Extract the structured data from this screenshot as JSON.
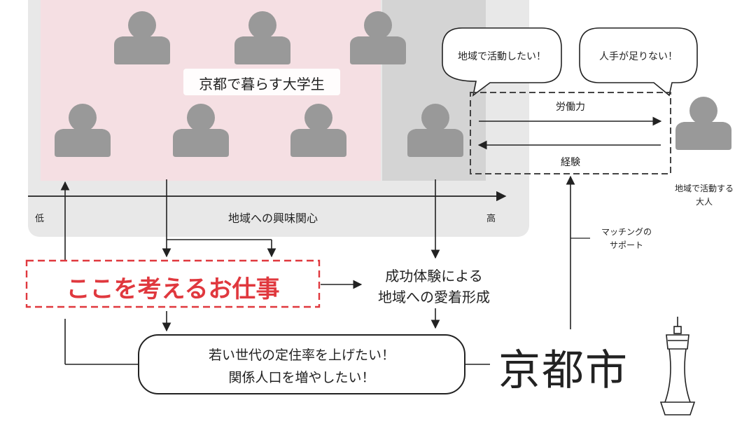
{
  "colors": {
    "panel_gray": "#e8e8e8",
    "pink": "#f5dfe3",
    "mid_gray": "#d4d4d4",
    "person": "#999999",
    "accent_red": "#e0383e",
    "line": "#222222"
  },
  "icons": [
    "person-icon",
    "kyoto-tower-icon"
  ],
  "students": {
    "label": "京都で暮らす大学生"
  },
  "axis": {
    "low": "低",
    "label": "地域への興味関心",
    "high": "高"
  },
  "bubbles": {
    "left": "地域で活動したい！",
    "right": "人手が足りない！"
  },
  "exchange": {
    "labor": "労働力",
    "experience": "経験"
  },
  "adult": {
    "label_line1": "地域で活動する",
    "label_line2": "大人"
  },
  "matching": {
    "line1": "マッチングの",
    "line2": "サポート"
  },
  "job": {
    "label": "ここを考えるお仕事"
  },
  "success": {
    "line1": "成功体験による",
    "line2": "地域への愛着形成"
  },
  "goals": {
    "line1": "若い世代の定住率を上げたい！",
    "line2": "関係人口を増やしたい！"
  },
  "city": {
    "label": "京都市"
  }
}
